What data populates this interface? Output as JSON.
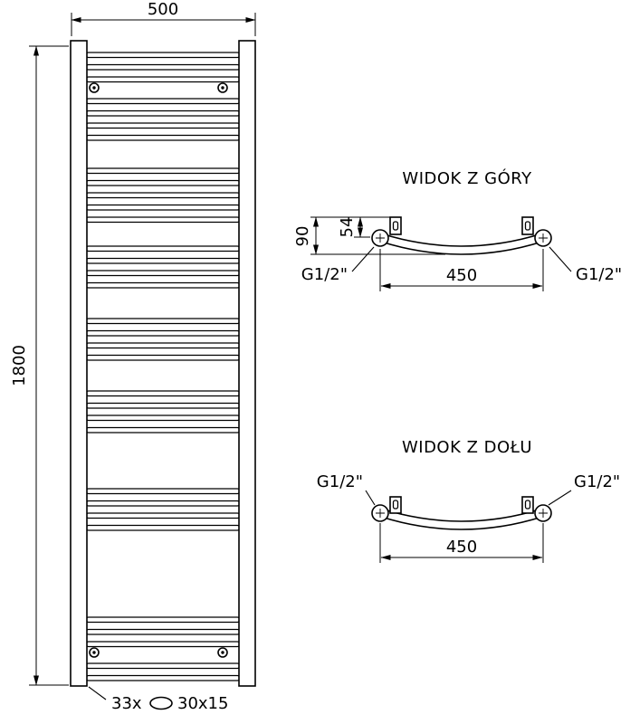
{
  "colors": {
    "line": "#000000",
    "background": "#ffffff"
  },
  "drawing": {
    "front": {
      "width_label": "500",
      "height_label": "1800",
      "rung_count": "33x",
      "rung_size": "30x15"
    },
    "top_view": {
      "title": "WIDOK Z GÓRY",
      "dim_depth": "90",
      "dim_offset": "54",
      "dim_span": "450",
      "left_conn": "G1/2\"",
      "right_conn": "G1/2\""
    },
    "bottom_view": {
      "title": "WIDOK Z DOŁU",
      "dim_span": "450",
      "left_conn": "G1/2\"",
      "right_conn": "G1/2\""
    }
  }
}
